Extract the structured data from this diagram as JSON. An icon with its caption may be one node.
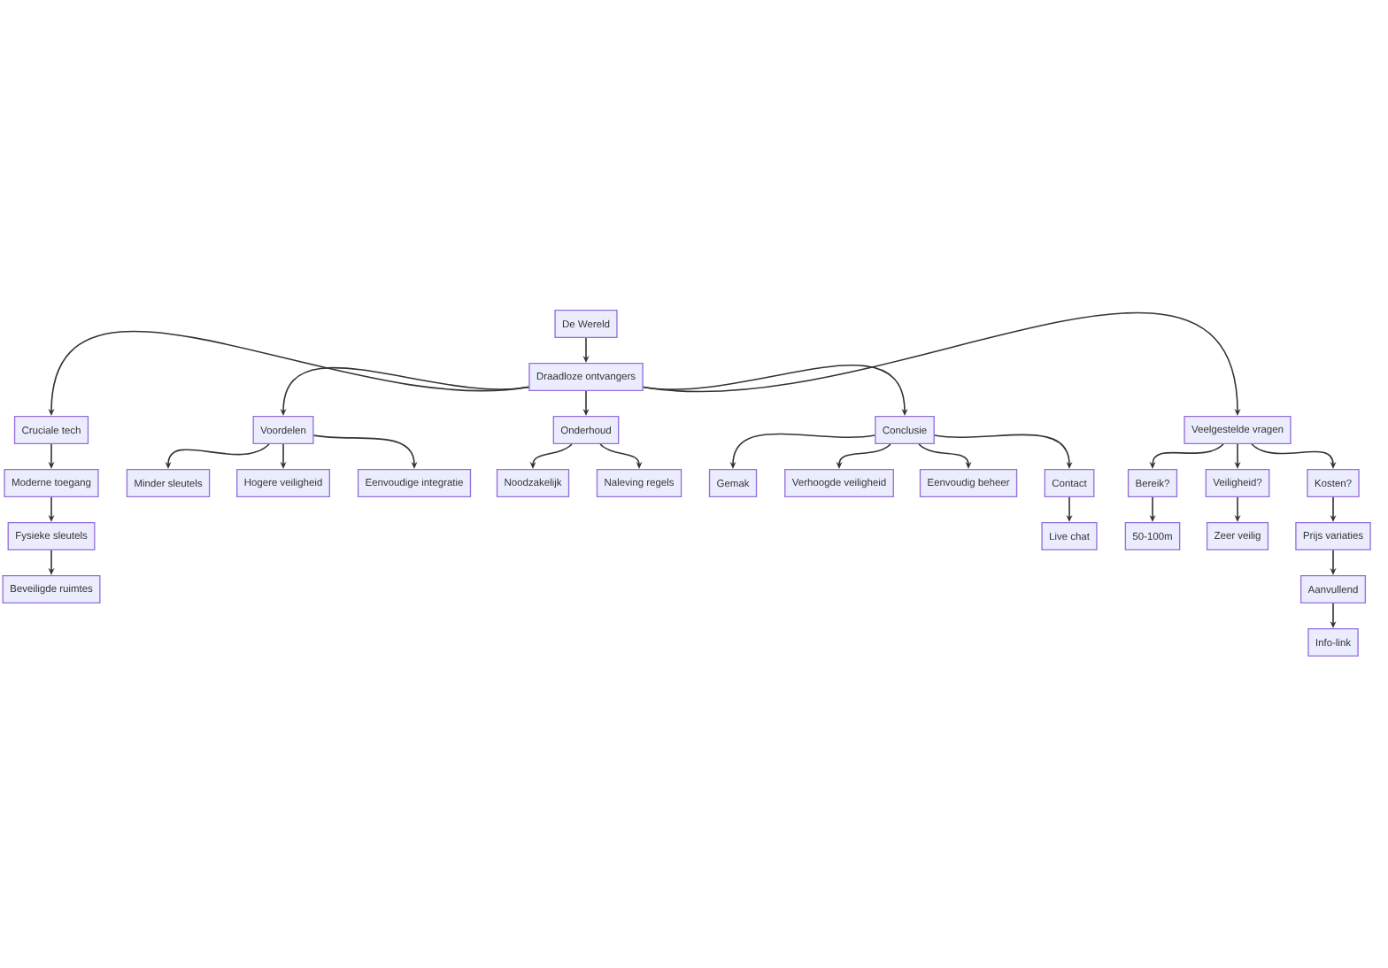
{
  "diagram": {
    "nodes": [
      {
        "text": [
          "De Wereld"
        ]
      },
      {
        "text": [
          "Draadloze ontvangers"
        ]
      },
      {
        "text": [
          "Cruciale tech"
        ]
      },
      {
        "text": [
          "Moderne toegang"
        ]
      },
      {
        "text": [
          "Fysieke sleutels"
        ]
      },
      {
        "text": [
          "Beveiligde ruimtes"
        ]
      },
      {
        "text": [
          "Voordelen"
        ]
      },
      {
        "text": [
          "Minder sleutels"
        ]
      },
      {
        "text": [
          "Hogere veiligheid"
        ]
      },
      {
        "text": [
          "Eenvoudige integratie"
        ]
      },
      {
        "text": [
          "Onderhoud"
        ]
      },
      {
        "text": [
          "Noodzakelijk"
        ]
      },
      {
        "text": [
          "Naleving regels"
        ]
      },
      {
        "text": [
          "Conclusie"
        ]
      },
      {
        "text": [
          "Gemak"
        ]
      },
      {
        "text": [
          "Verhoogde veiligheid"
        ]
      },
      {
        "text": [
          "Eenvoudig beheer"
        ]
      },
      {
        "text": [
          "Contact"
        ]
      },
      {
        "text": [
          "Live chat"
        ]
      },
      {
        "text": [
          "Veelgestelde vragen"
        ]
      },
      {
        "text": [
          "Bereik?"
        ]
      },
      {
        "text": [
          "Veiligheid?"
        ]
      },
      {
        "text": [
          "Kosten?"
        ]
      },
      {
        "text": [
          "50-100m"
        ]
      },
      {
        "text": [
          "Zeer veilig"
        ]
      },
      {
        "text": [
          "Prijs variaties"
        ]
      },
      {
        "text": [
          "Aanvullend"
        ]
      },
      {
        "text": [
          "Info-link"
        ]
      }
    ],
    "edges": [
      {
        "from": 0,
        "to": 1,
        "arrow": "to"
      },
      {
        "from": 1,
        "to": 2,
        "arrow": "to"
      },
      {
        "from": 1,
        "to": 6,
        "arrow": "to"
      },
      {
        "from": 1,
        "to": 10,
        "arrow": "to"
      },
      {
        "from": 1,
        "to": 13,
        "arrow": "to"
      },
      {
        "from": 1,
        "to": 19,
        "arrow": "to"
      },
      {
        "from": 2,
        "to": 3,
        "arrow": "to"
      },
      {
        "from": 3,
        "to": 4,
        "arrow": "to"
      },
      {
        "from": 4,
        "to": 5,
        "arrow": "to"
      },
      {
        "from": 6,
        "to": 7,
        "arrow": "to"
      },
      {
        "from": 6,
        "to": 8,
        "arrow": "to"
      },
      {
        "from": 6,
        "to": 9,
        "arrow": "to"
      },
      {
        "from": 10,
        "to": 11,
        "arrow": "to"
      },
      {
        "from": 10,
        "to": 12,
        "arrow": "to"
      },
      {
        "from": 13,
        "to": 14,
        "arrow": "to"
      },
      {
        "from": 13,
        "to": 15,
        "arrow": "to"
      },
      {
        "from": 13,
        "to": 16,
        "arrow": "to"
      },
      {
        "from": 13,
        "to": 17,
        "arrow": "to"
      },
      {
        "from": 17,
        "to": 18,
        "arrow": "to"
      },
      {
        "from": 19,
        "to": 20,
        "arrow": "to"
      },
      {
        "from": 19,
        "to": 21,
        "arrow": "to"
      },
      {
        "from": 19,
        "to": 22,
        "arrow": "to"
      },
      {
        "from": 20,
        "to": 23,
        "arrow": "to"
      },
      {
        "from": 21,
        "to": 24,
        "arrow": "to"
      },
      {
        "from": 22,
        "to": 25,
        "arrow": "to"
      },
      {
        "from": 25,
        "to": 26,
        "arrow": "to"
      },
      {
        "from": 26,
        "to": 27,
        "arrow": "to"
      }
    ]
  }
}
